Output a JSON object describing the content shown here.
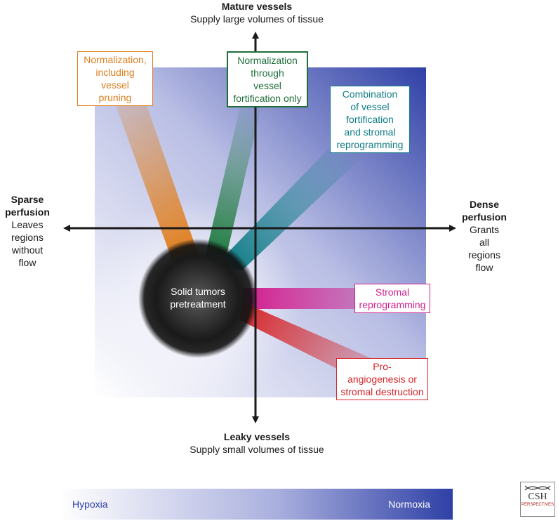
{
  "top_axis": {
    "title": "Mature vessels",
    "subtitle": "Supply large volumes of tissue"
  },
  "bottom_axis": {
    "title": "Leaky vessels",
    "subtitle": "Supply small volumes of tissue"
  },
  "left_axis": {
    "title_line1": "Sparse",
    "title_line2": "perfusion",
    "sub_line1": "Leaves",
    "sub_line2": "regions",
    "sub_line3": "without",
    "sub_line4": "flow"
  },
  "right_axis": {
    "title_line1": "Dense",
    "title_line2": "perfusion",
    "sub_line1": "Grants",
    "sub_line2": "all",
    "sub_line3": "regions",
    "sub_line4": "flow"
  },
  "center": {
    "line1": "Solid tumors",
    "line2": "pretreatment"
  },
  "boxes": {
    "pruning": {
      "line1": "Normalization,",
      "line2": "including",
      "line3": "vessel",
      "line4": "pruning",
      "color": "#e07e1f"
    },
    "fortification": {
      "line1": "Normalization",
      "line2": "through",
      "line3": "vessel",
      "line4": "fortification only",
      "color": "#1f6e3a"
    },
    "combination": {
      "line1": "Combination",
      "line2": "of vessel",
      "line3": "fortification",
      "line4": "and stromal",
      "line5": "reprogramming",
      "color": "#0f7c86"
    },
    "stromal": {
      "line1": "Stromal",
      "line2": "reprogramming",
      "color": "#d0218f"
    },
    "proangio": {
      "line1": "Pro-",
      "line2": "angiogenesis or",
      "line3": "stromal destruction",
      "color": "#d5262a"
    }
  },
  "scale_bar": {
    "left_label": "Hypoxia",
    "right_label": "Normoxia"
  },
  "logo": {
    "line1": "CSH",
    "line2": "PERSPECTIVES"
  },
  "colors": {
    "background_start": "#ffffff",
    "background_end": "#2f40a6",
    "axis": "#1a1a1a"
  }
}
